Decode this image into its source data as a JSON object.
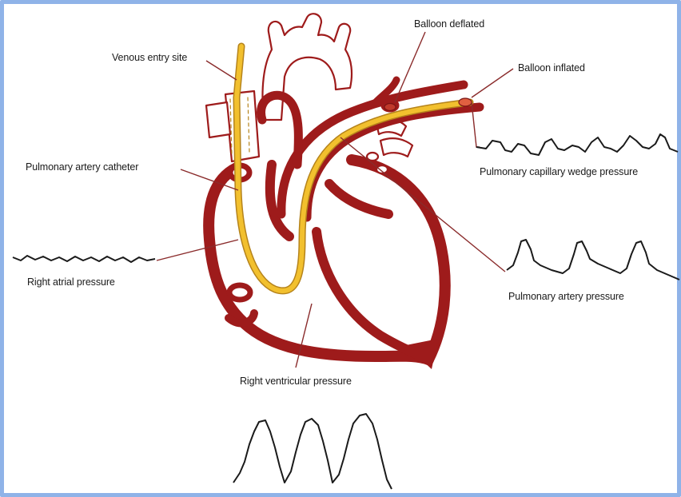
{
  "labels": {
    "venous_entry_site": "Venous entry site",
    "balloon_deflated": "Balloon deflated",
    "balloon_inflated": "Balloon inflated",
    "pulmonary_artery_catheter": "Pulmonary artery catheter",
    "pulmonary_capillary_wedge_pressure": "Pulmonary capillary wedge pressure",
    "right_atrial_pressure": "Right atrial pressure",
    "pulmonary_artery_pressure": "Pulmonary artery pressure",
    "right_ventricular_pressure": "Right ventricular pressure"
  },
  "colors": {
    "heart_red": "#9e1b1b",
    "catheter_yellow": "#f2c02e",
    "leader_line": "#8a2b2b",
    "waveform": "#1a1a1a",
    "frame_border": "#8fb3e8"
  }
}
